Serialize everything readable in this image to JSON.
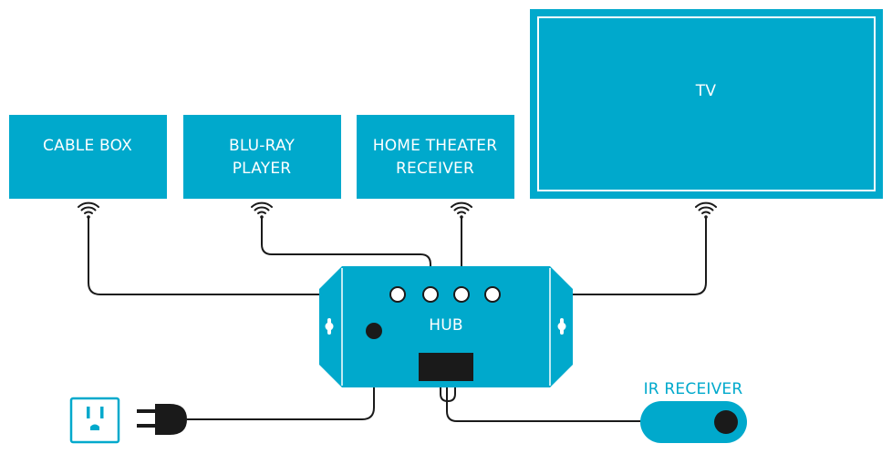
{
  "colors": {
    "device": "#00a9cc",
    "line": "#1a1a1a",
    "white": "#ffffff"
  },
  "devices": {
    "cable_box": {
      "line1": "CABLE BOX",
      "line2": ""
    },
    "bluray": {
      "line1": "BLU-RAY",
      "line2": "PLAYER"
    },
    "receiver": {
      "line1": "HOME THEATER",
      "line2": "RECEIVER"
    },
    "tv": {
      "label": "TV"
    }
  },
  "hub": {
    "label": "HUB"
  },
  "ir_receiver": {
    "label": "IR RECEIVER"
  },
  "icons": {
    "outlet": "power-outlet-icon",
    "plug": "power-plug-icon",
    "ir_emitter": "ir-emitter-icon"
  }
}
